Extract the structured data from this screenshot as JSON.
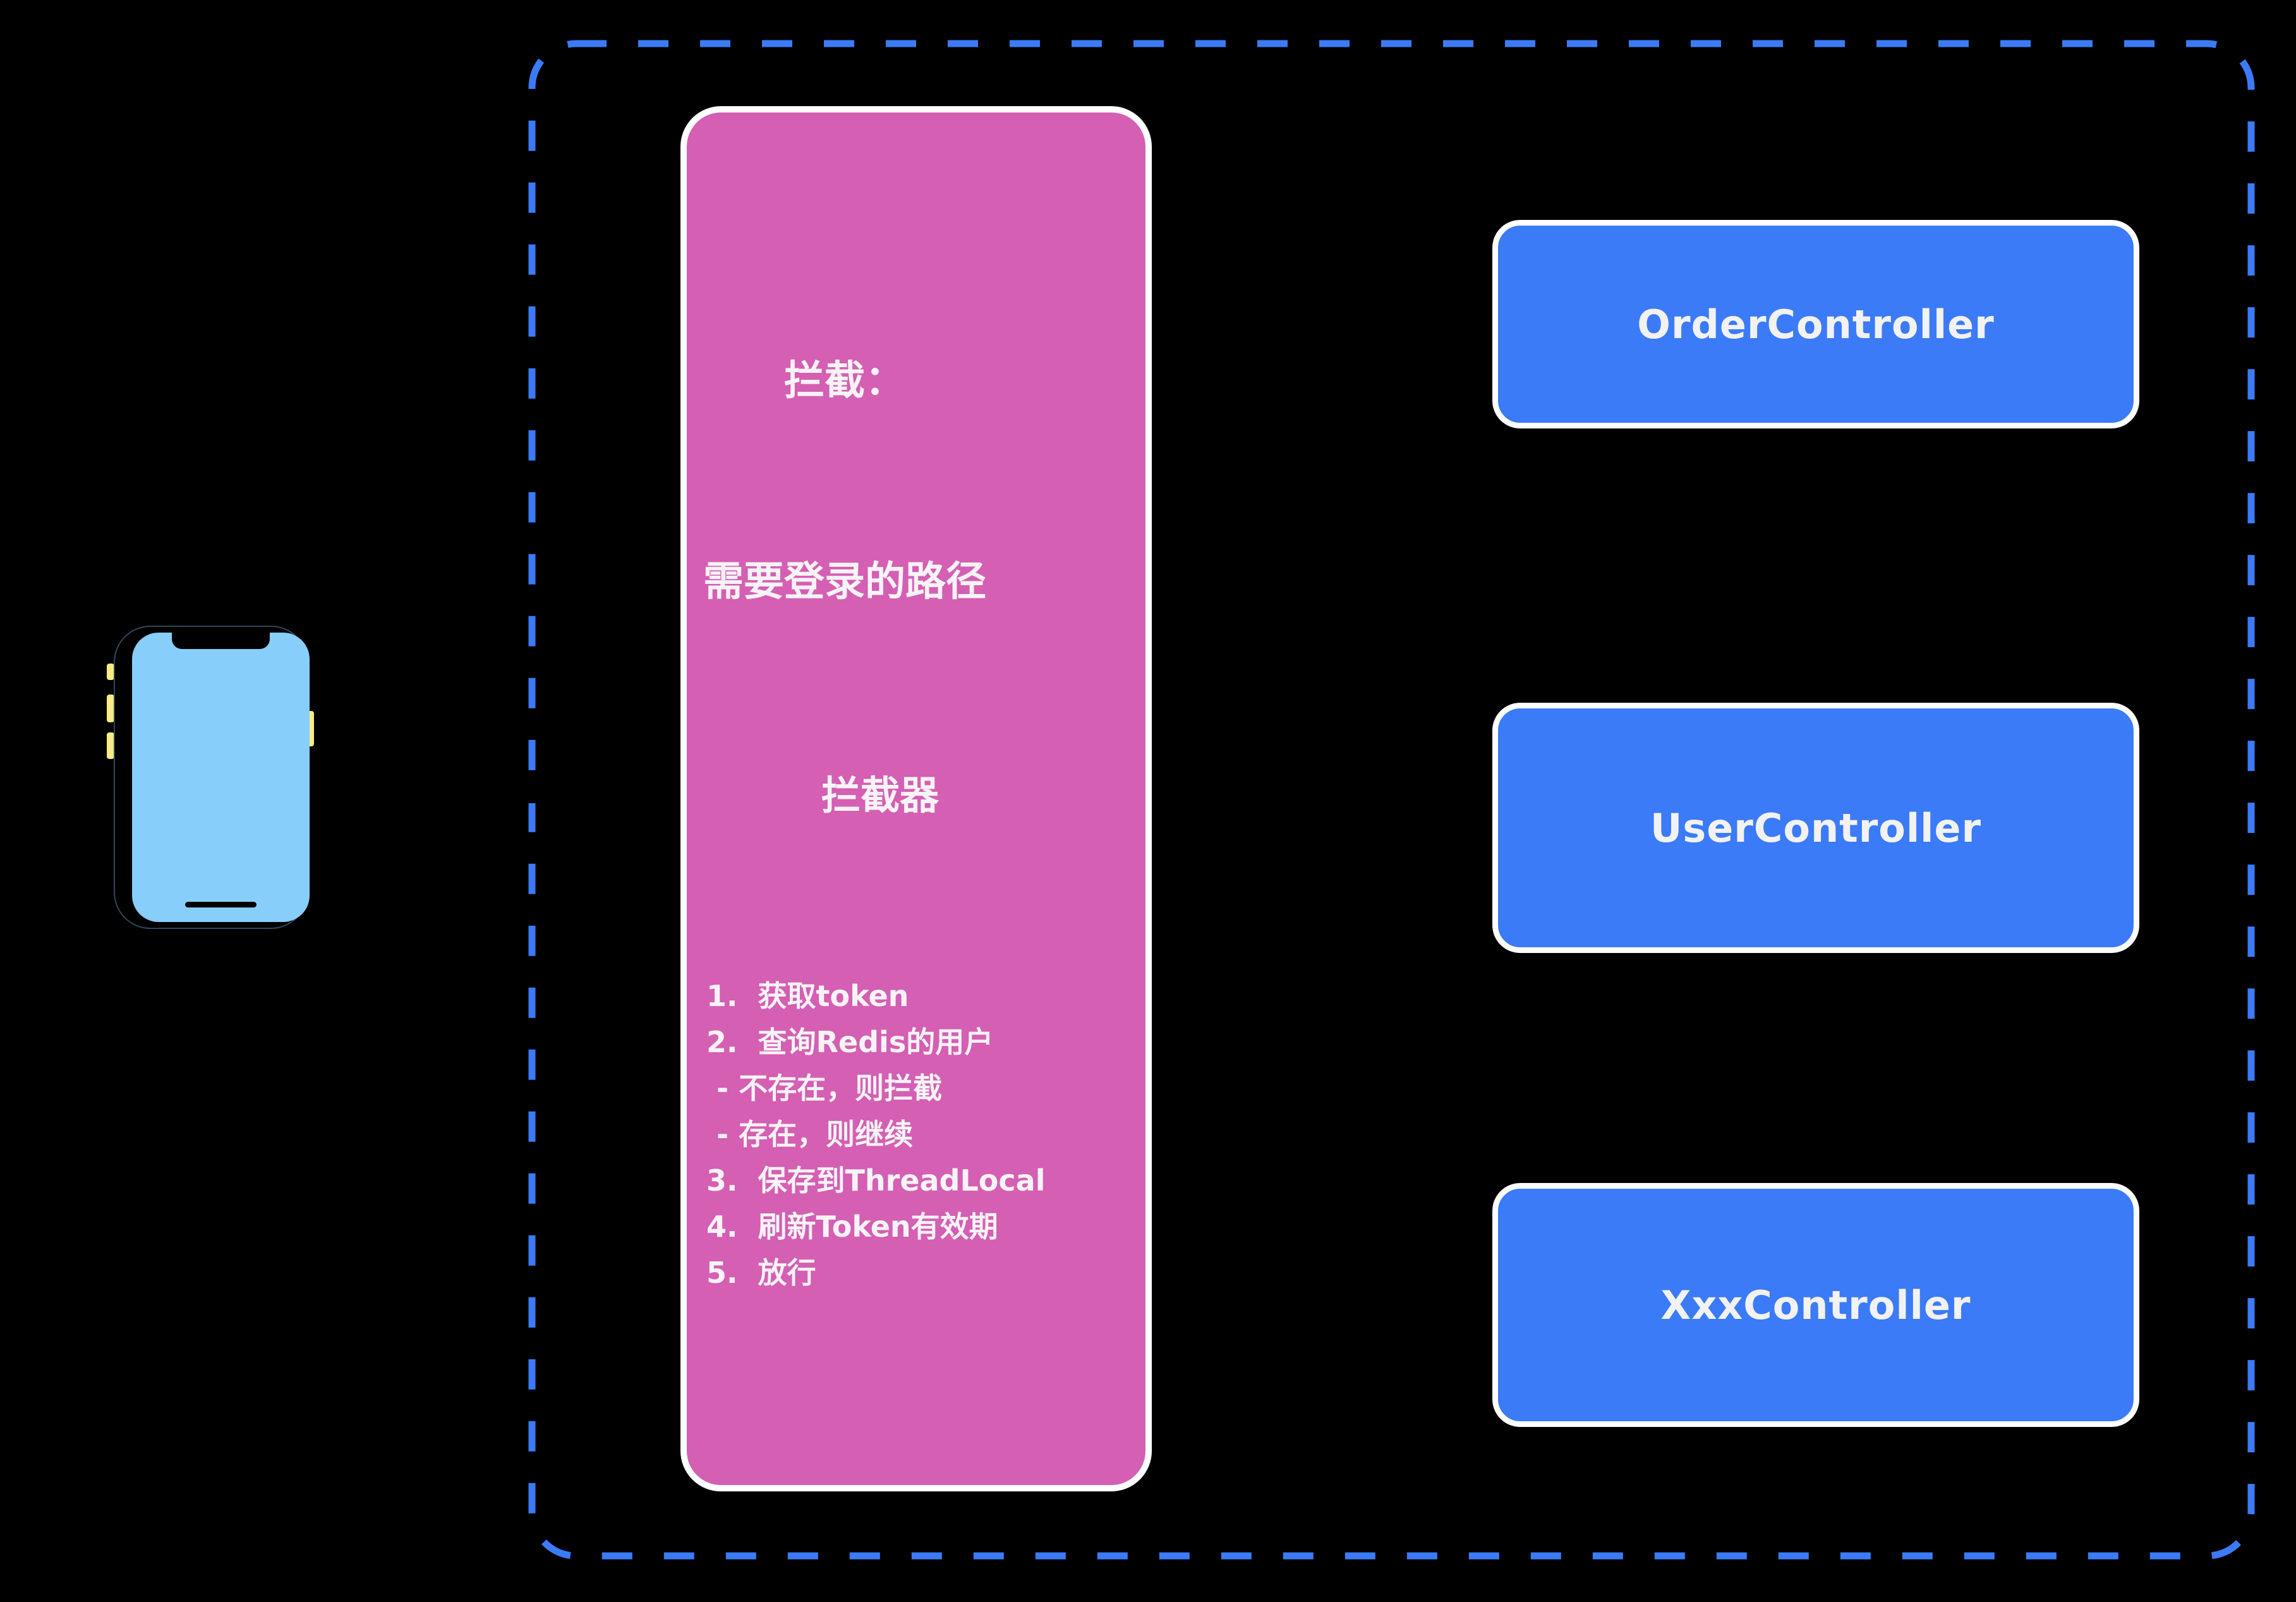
{
  "colors": {
    "background": "#000000",
    "accent_blue": "#3b7bf7",
    "interceptor_pink": "#d45fb3",
    "node_border_white": "#ffffff",
    "phone_screen_blue": "#87cefb",
    "phone_button_yellow": "#f7ec85",
    "text_light": "#f2f2f2"
  },
  "icons": {
    "phone": "smartphone-icon"
  },
  "boundary": {
    "style": "dashed",
    "color": "#3b7bf7"
  },
  "interceptor": {
    "title_line1": "拦截：",
    "title_line2": "需要登录的路径",
    "label": "拦截器",
    "steps": [
      "1.  获取token",
      "2.  查询Redis的用户",
      " - 不存在，则拦截",
      " - 存在，则继续",
      "3.  保存到ThreadLocal",
      "4.  刷新Token有效期",
      "5.  放行"
    ]
  },
  "controllers": [
    {
      "label": "OrderController"
    },
    {
      "label": "UserController"
    },
    {
      "label": "XxxController"
    }
  ]
}
